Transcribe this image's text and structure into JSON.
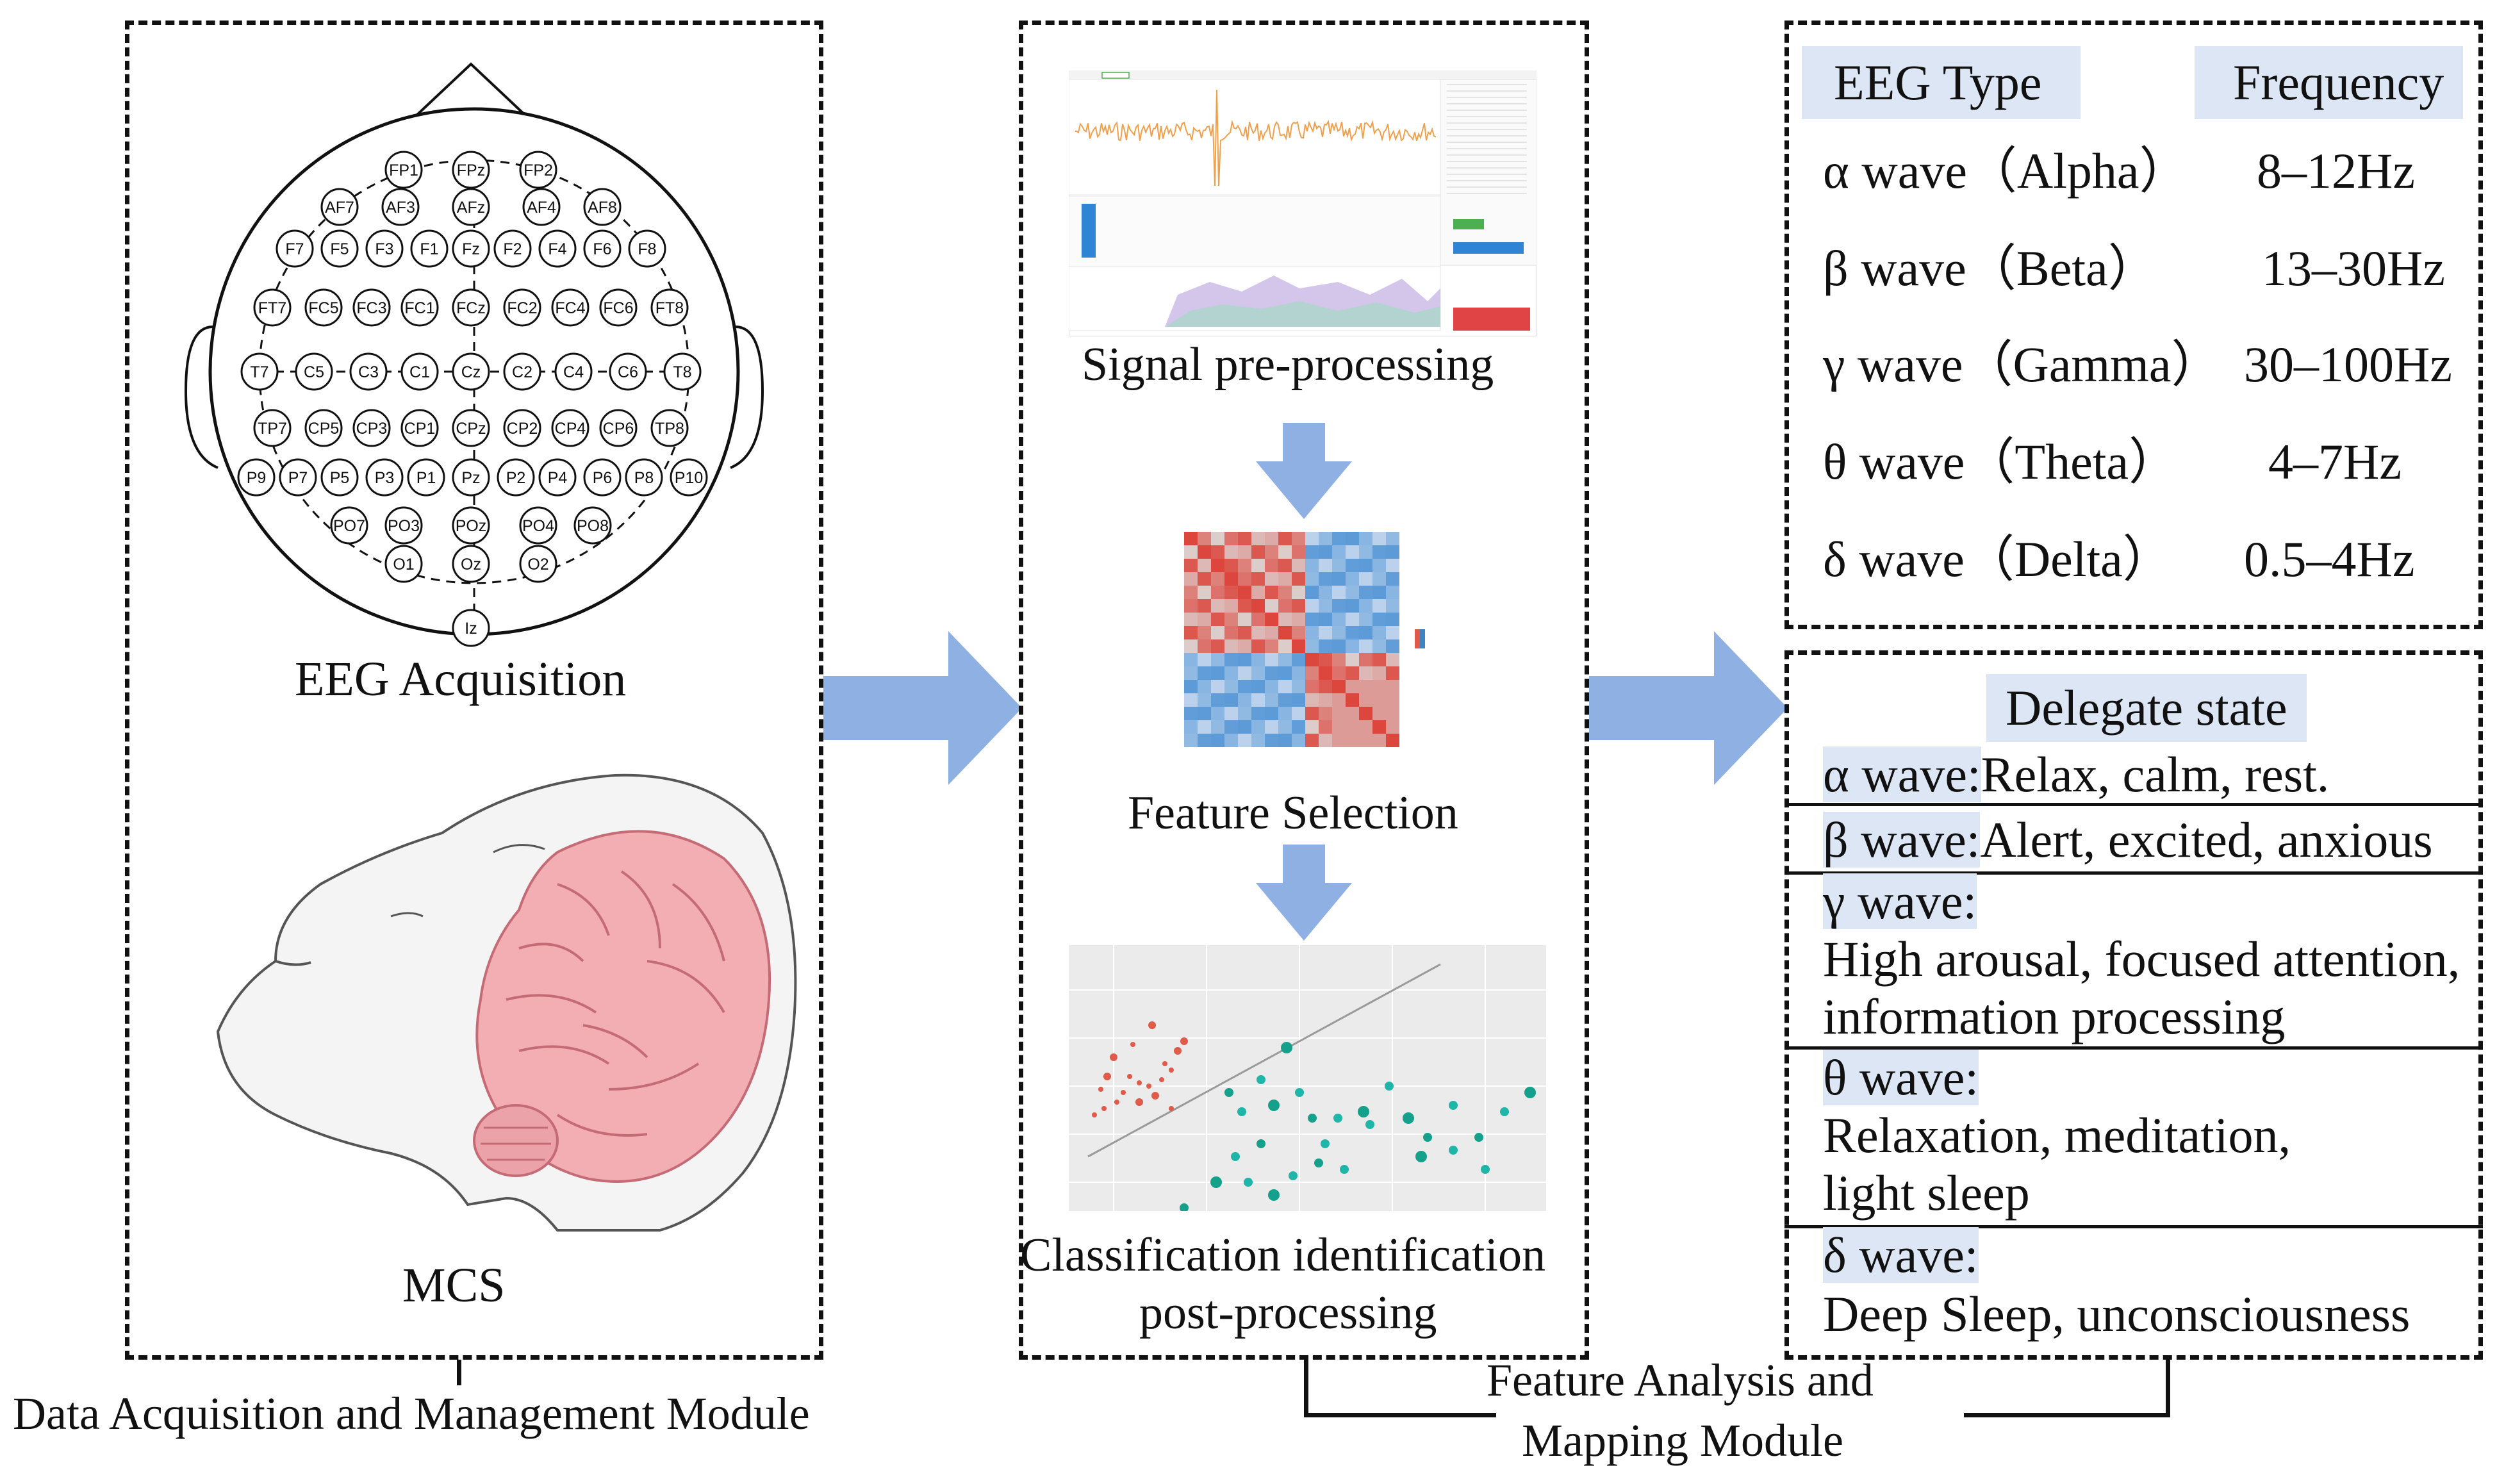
{
  "left_module": {
    "eeg_acquisition_label": "EEG Acquisition",
    "mcs_label": "MCS",
    "module_title": "Data Acquisition and Management Module",
    "electrodes": [
      "FP1",
      "FPz",
      "FP2",
      "AF7",
      "AF3",
      "AFz",
      "AF4",
      "AF8",
      "F7",
      "F5",
      "F3",
      "F1",
      "Fz",
      "F2",
      "F4",
      "F6",
      "F8",
      "FT7",
      "FC5",
      "FC3",
      "FC1",
      "FCz",
      "FC2",
      "FC4",
      "FC6",
      "FT8",
      "T7",
      "C5",
      "C3",
      "C1",
      "Cz",
      "C2",
      "C4",
      "C6",
      "T8",
      "TP7",
      "CP5",
      "CP3",
      "CP1",
      "CPz",
      "CP2",
      "CP4",
      "CP6",
      "TP8",
      "P9",
      "P7",
      "P5",
      "P3",
      "P1",
      "Pz",
      "P2",
      "P4",
      "P6",
      "P8",
      "P10",
      "PO7",
      "PO3",
      "POz",
      "PO4",
      "PO8",
      "O1",
      "Oz",
      "O2",
      "Iz"
    ]
  },
  "middle_module": {
    "signal_label": "Signal pre-processing",
    "feature_label": "Feature Selection",
    "classification_label_1": "Classification identification",
    "classification_label_2": "post-processing"
  },
  "right_module": {
    "table_header": {
      "type": "EEG  Type",
      "frequency": "Frequency"
    },
    "waves": [
      {
        "name": "α wave（Alpha）",
        "freq": "8–12Hz"
      },
      {
        "name": "β wave（Beta）",
        "freq": "13–30Hz"
      },
      {
        "name": "γ wave（Gamma）",
        "freq": "30–100Hz"
      },
      {
        "name": "θ wave（Theta）",
        "freq": "4–7Hz"
      },
      {
        "name": "δ wave（Delta）",
        "freq": "0.5–4Hz"
      }
    ],
    "delegate_title": "Delegate state",
    "states": {
      "alpha_key": "α wave:",
      "alpha_text": "Relax, calm, rest.",
      "beta_key": "β wave:",
      "beta_text": "Alert, excited, anxious",
      "gamma_key": "γ wave:",
      "gamma_line1": "High arousal, focused attention,",
      "gamma_line2": "information processing",
      "theta_key": "θ wave:",
      "theta_line1": "Relaxation, meditation,",
      "theta_line2": "light sleep",
      "delta_key": "δ wave:",
      "delta_line1": "Deep Sleep, unconsciousness"
    },
    "module_title_1": "Feature Analysis and",
    "module_title_2": "Mapping Module"
  },
  "colors": {
    "arrow_blue": "#8fb0e3",
    "highlight": "#dce6f4",
    "brain_pink": "#f2aeb3",
    "scatter_red": "#e05a4a",
    "scatter_teal": "#1fb5a8"
  }
}
